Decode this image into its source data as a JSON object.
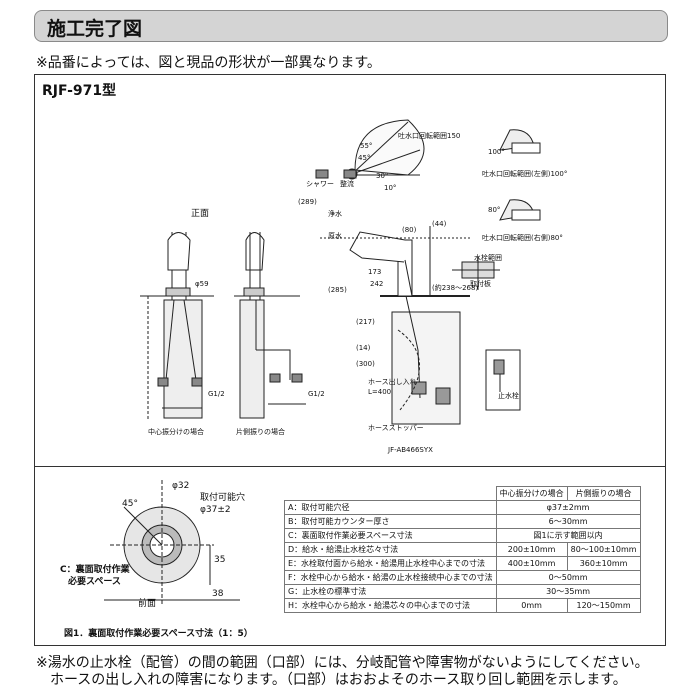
{
  "header": {
    "title": "施工完了図"
  },
  "note_top": "※品番によっては、図と現品の形状が一部異なります。",
  "model": "RJF-971型",
  "labels": {
    "front": "正面",
    "center_split": "中心振分けの場合",
    "one_side": "片側振りの場合",
    "shower": "シャワー",
    "straight": "整流",
    "clean_water": "浄水",
    "raw_water": "原水",
    "spout_rot_150": "吐水口回転範囲150",
    "spout_rot_100": "吐水口回転範囲(左側)100°",
    "spout_rot_80": "吐水口回転範囲(右側)80°",
    "hose_range": "ホース出し入れ",
    "l400": "L=400",
    "hose_stopper": "ホースストッパー",
    "jf_part": "JF-AB466SYX",
    "stop_valve": "止水栓",
    "counter_thick": "取付板",
    "water_range": "水栓範囲",
    "g12": "G1/2",
    "d59": "φ59",
    "dim_289": "(289)",
    "dim_80": "(80)",
    "dim_44": "(44)",
    "dim_173": "173",
    "dim_242": "242",
    "dim_285": "(285)",
    "dim_217": "(217)",
    "dim_14": "(14)",
    "dim_300": "(300)",
    "range_dim": "(約238〜268)",
    "dim_45": "45°",
    "dim_55": "55°",
    "dim_30": "30°",
    "dim_10": "10°",
    "ang_100": "100°",
    "ang_80": "80°"
  },
  "figure1": {
    "angle": "45°",
    "diameter": "φ32",
    "install_hole": "取付可能穴",
    "install_hole_dia": "φ37±2",
    "dim_35": "35",
    "dim_38": "38",
    "c_label": "C：裏面取付作業",
    "c_label2": "必要スペース",
    "front": "前面",
    "caption": "図1．裏面取付作業必要スペース寸法（1：5）"
  },
  "table": {
    "headers": [
      "中心振分けの場合",
      "片側振りの場合"
    ],
    "rows": [
      {
        "label": "A：取付可能穴径",
        "v": "φ37±2mm",
        "merged": true
      },
      {
        "label": "B：取付可能カウンター厚さ",
        "v": "6〜30mm",
        "merged": true
      },
      {
        "label": "C：裏面取付作業必要スペース寸法",
        "v": "図1に示す範囲以内",
        "merged": true
      },
      {
        "label": "D：給水・給湯止水栓芯々寸法",
        "v1": "200±10mm",
        "v2": "80〜100±10mm"
      },
      {
        "label": "E：水栓取付面から給水・給湯用止水栓中心までの寸法",
        "v1": "400±10mm",
        "v2": "360±10mm"
      },
      {
        "label": "F：水栓中心から給水・給湯の止水栓接続中心までの寸法",
        "v": "0〜50mm",
        "merged": true
      },
      {
        "label": "G：止水栓の標準寸法",
        "v": "30〜35mm",
        "merged": true
      },
      {
        "label": "H：水栓中心から給水・給湯芯々の中心までの寸法",
        "v1": "0mm",
        "v2": "120〜150mm"
      }
    ]
  },
  "bottom_note": {
    "line1": "※湯水の止水栓（配管）の間の範囲（口部）には、分岐配管や障害物がないようにしてください。",
    "line2": "ホースの出し入れの障害になります。（口部）はおおよそのホース取り回し範囲を示します。"
  }
}
